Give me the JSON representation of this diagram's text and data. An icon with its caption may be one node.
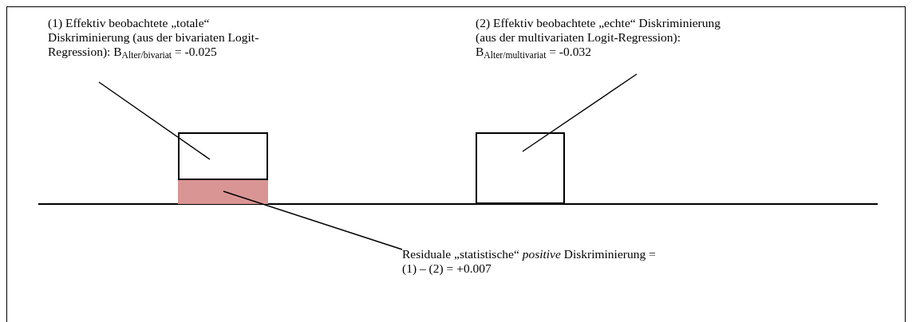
{
  "diagram": {
    "nodes": [
      {
        "text": [
          "(1) Effektiv beobachtete „totale“ Diskriminierung (aus der bivariaten Logit-Regression): B$_{Alter/bivariat}$ = -0.025"
        ]
      },
      {
        "text": [],
        "shape": "box"
      },
      {
        "text": [
          "(2) Effektiv beobachtete „echte“ Diskriminierung (aus der multivariaten Logit-Regression): B$_{Alter/multivariat}$ = -0.032"
        ]
      },
      {
        "text": [],
        "shape": "box"
      },
      {
        "text": [],
        "shape": "bar"
      },
      {
        "text": [
          "Residuale „statistische“ *positive* Diskriminierung = (1) – (2) = +0.007"
        ]
      }
    ],
    "edges": [
      {
        "from": 0,
        "to": 1,
        "arrow": "none"
      },
      {
        "from": 2,
        "to": 3,
        "arrow": "none"
      },
      {
        "from": 5,
        "to": 4,
        "arrow": "none"
      }
    ]
  }
}
